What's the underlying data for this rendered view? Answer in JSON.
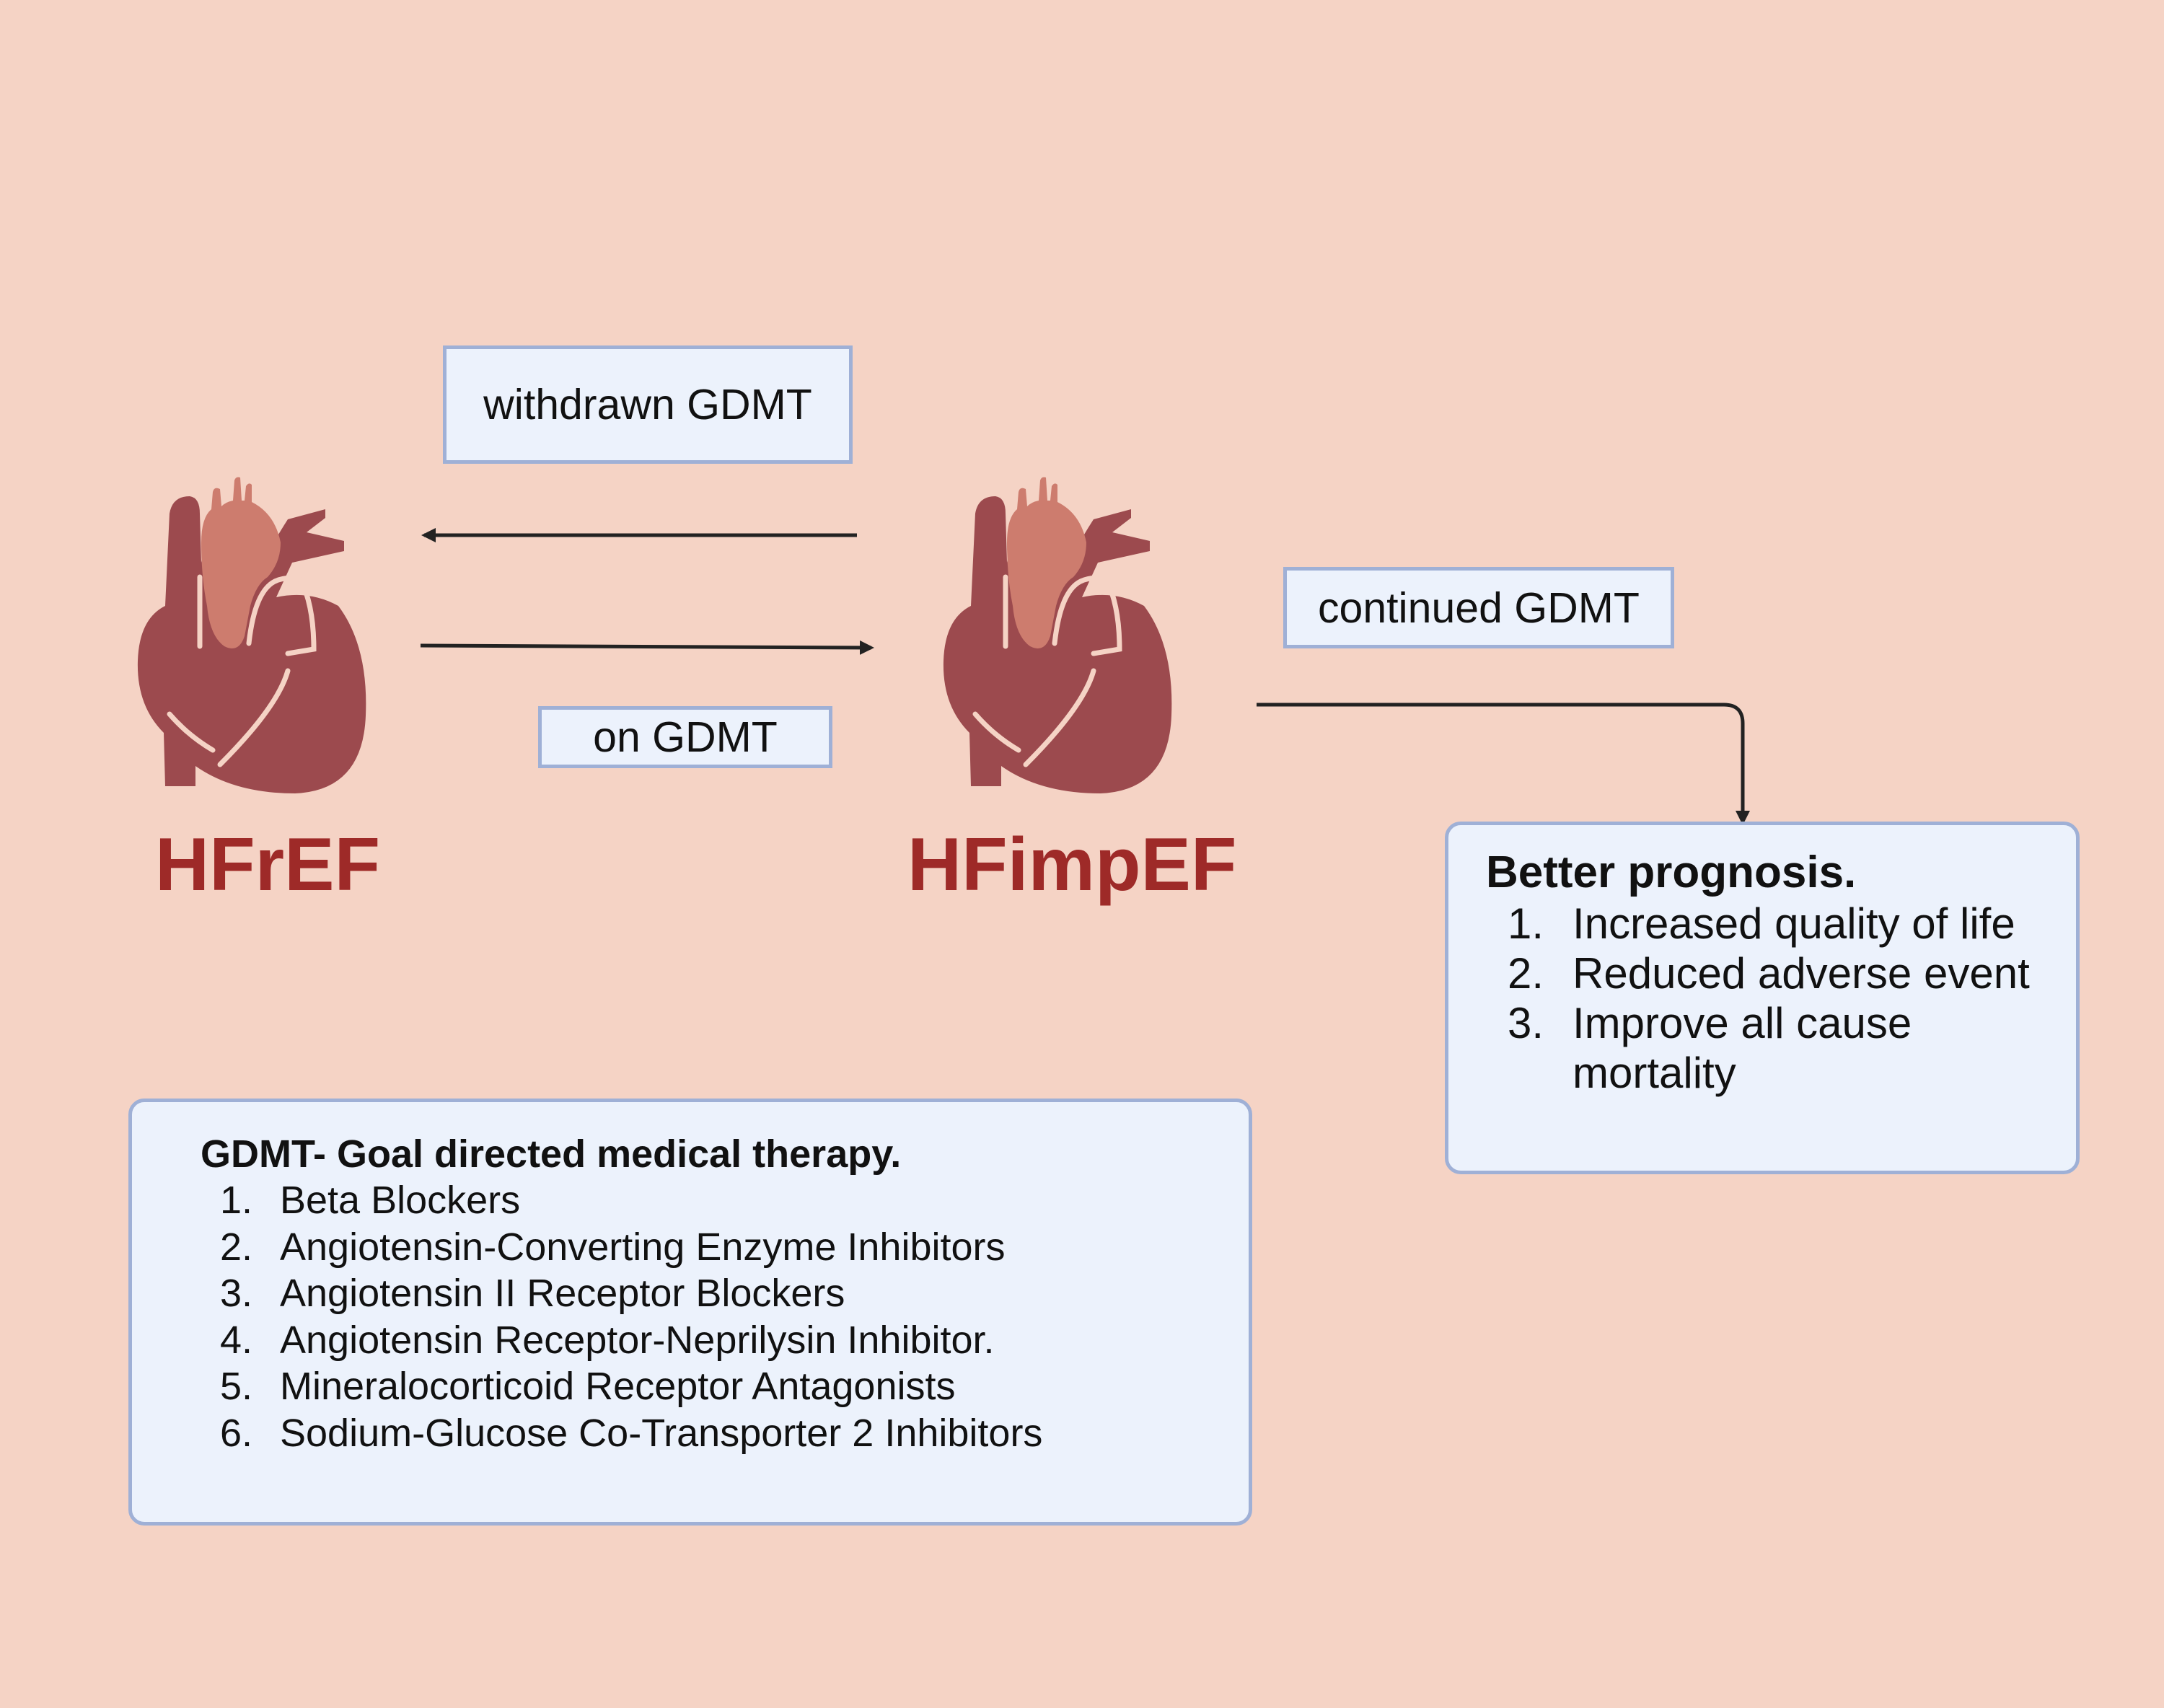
{
  "background_color": "#f5d3c5",
  "colors": {
    "box_fill": "#ecf2fc",
    "box_border": "#9fb0d6",
    "heart_body": "#9c4a4e",
    "heart_aorta": "#cd7c6e",
    "label_red": "#9e2a28",
    "arrow": "#222222"
  },
  "transitions": {
    "withdrawn_label": "withdrawn GDMT",
    "on_label": "on GDMT",
    "continued_label": "continued GDMT"
  },
  "conditions": {
    "left": {
      "label": "HFrEF",
      "icon": "heart-icon"
    },
    "right": {
      "label": "HFimpEF",
      "icon": "heart-icon"
    }
  },
  "prognosis": {
    "title": "Better prognosis.",
    "items": [
      {
        "num": "1.",
        "text": "Increased quality of life"
      },
      {
        "num": "2.",
        "text": "Reduced adverse event"
      },
      {
        "num": "3.",
        "text": "Improve all cause mortality"
      }
    ]
  },
  "gdmt": {
    "title": "GDMT- Goal directed medical therapy.",
    "items": [
      {
        "num": "1.",
        "text": "Beta Blockers"
      },
      {
        "num": "2.",
        "text": "Angiotensin-Converting Enzyme Inhibitors"
      },
      {
        "num": "3.",
        "text": "Angiotensin II Receptor Blockers"
      },
      {
        "num": "4.",
        "text": "Angiotensin Receptor-Neprilysin Inhibitor."
      },
      {
        "num": "5.",
        "text": "Mineralocorticoid Receptor Antagonists"
      },
      {
        "num": "6.",
        "text": "Sodium-Glucose Co-Transporter 2 Inhibitors"
      }
    ]
  }
}
